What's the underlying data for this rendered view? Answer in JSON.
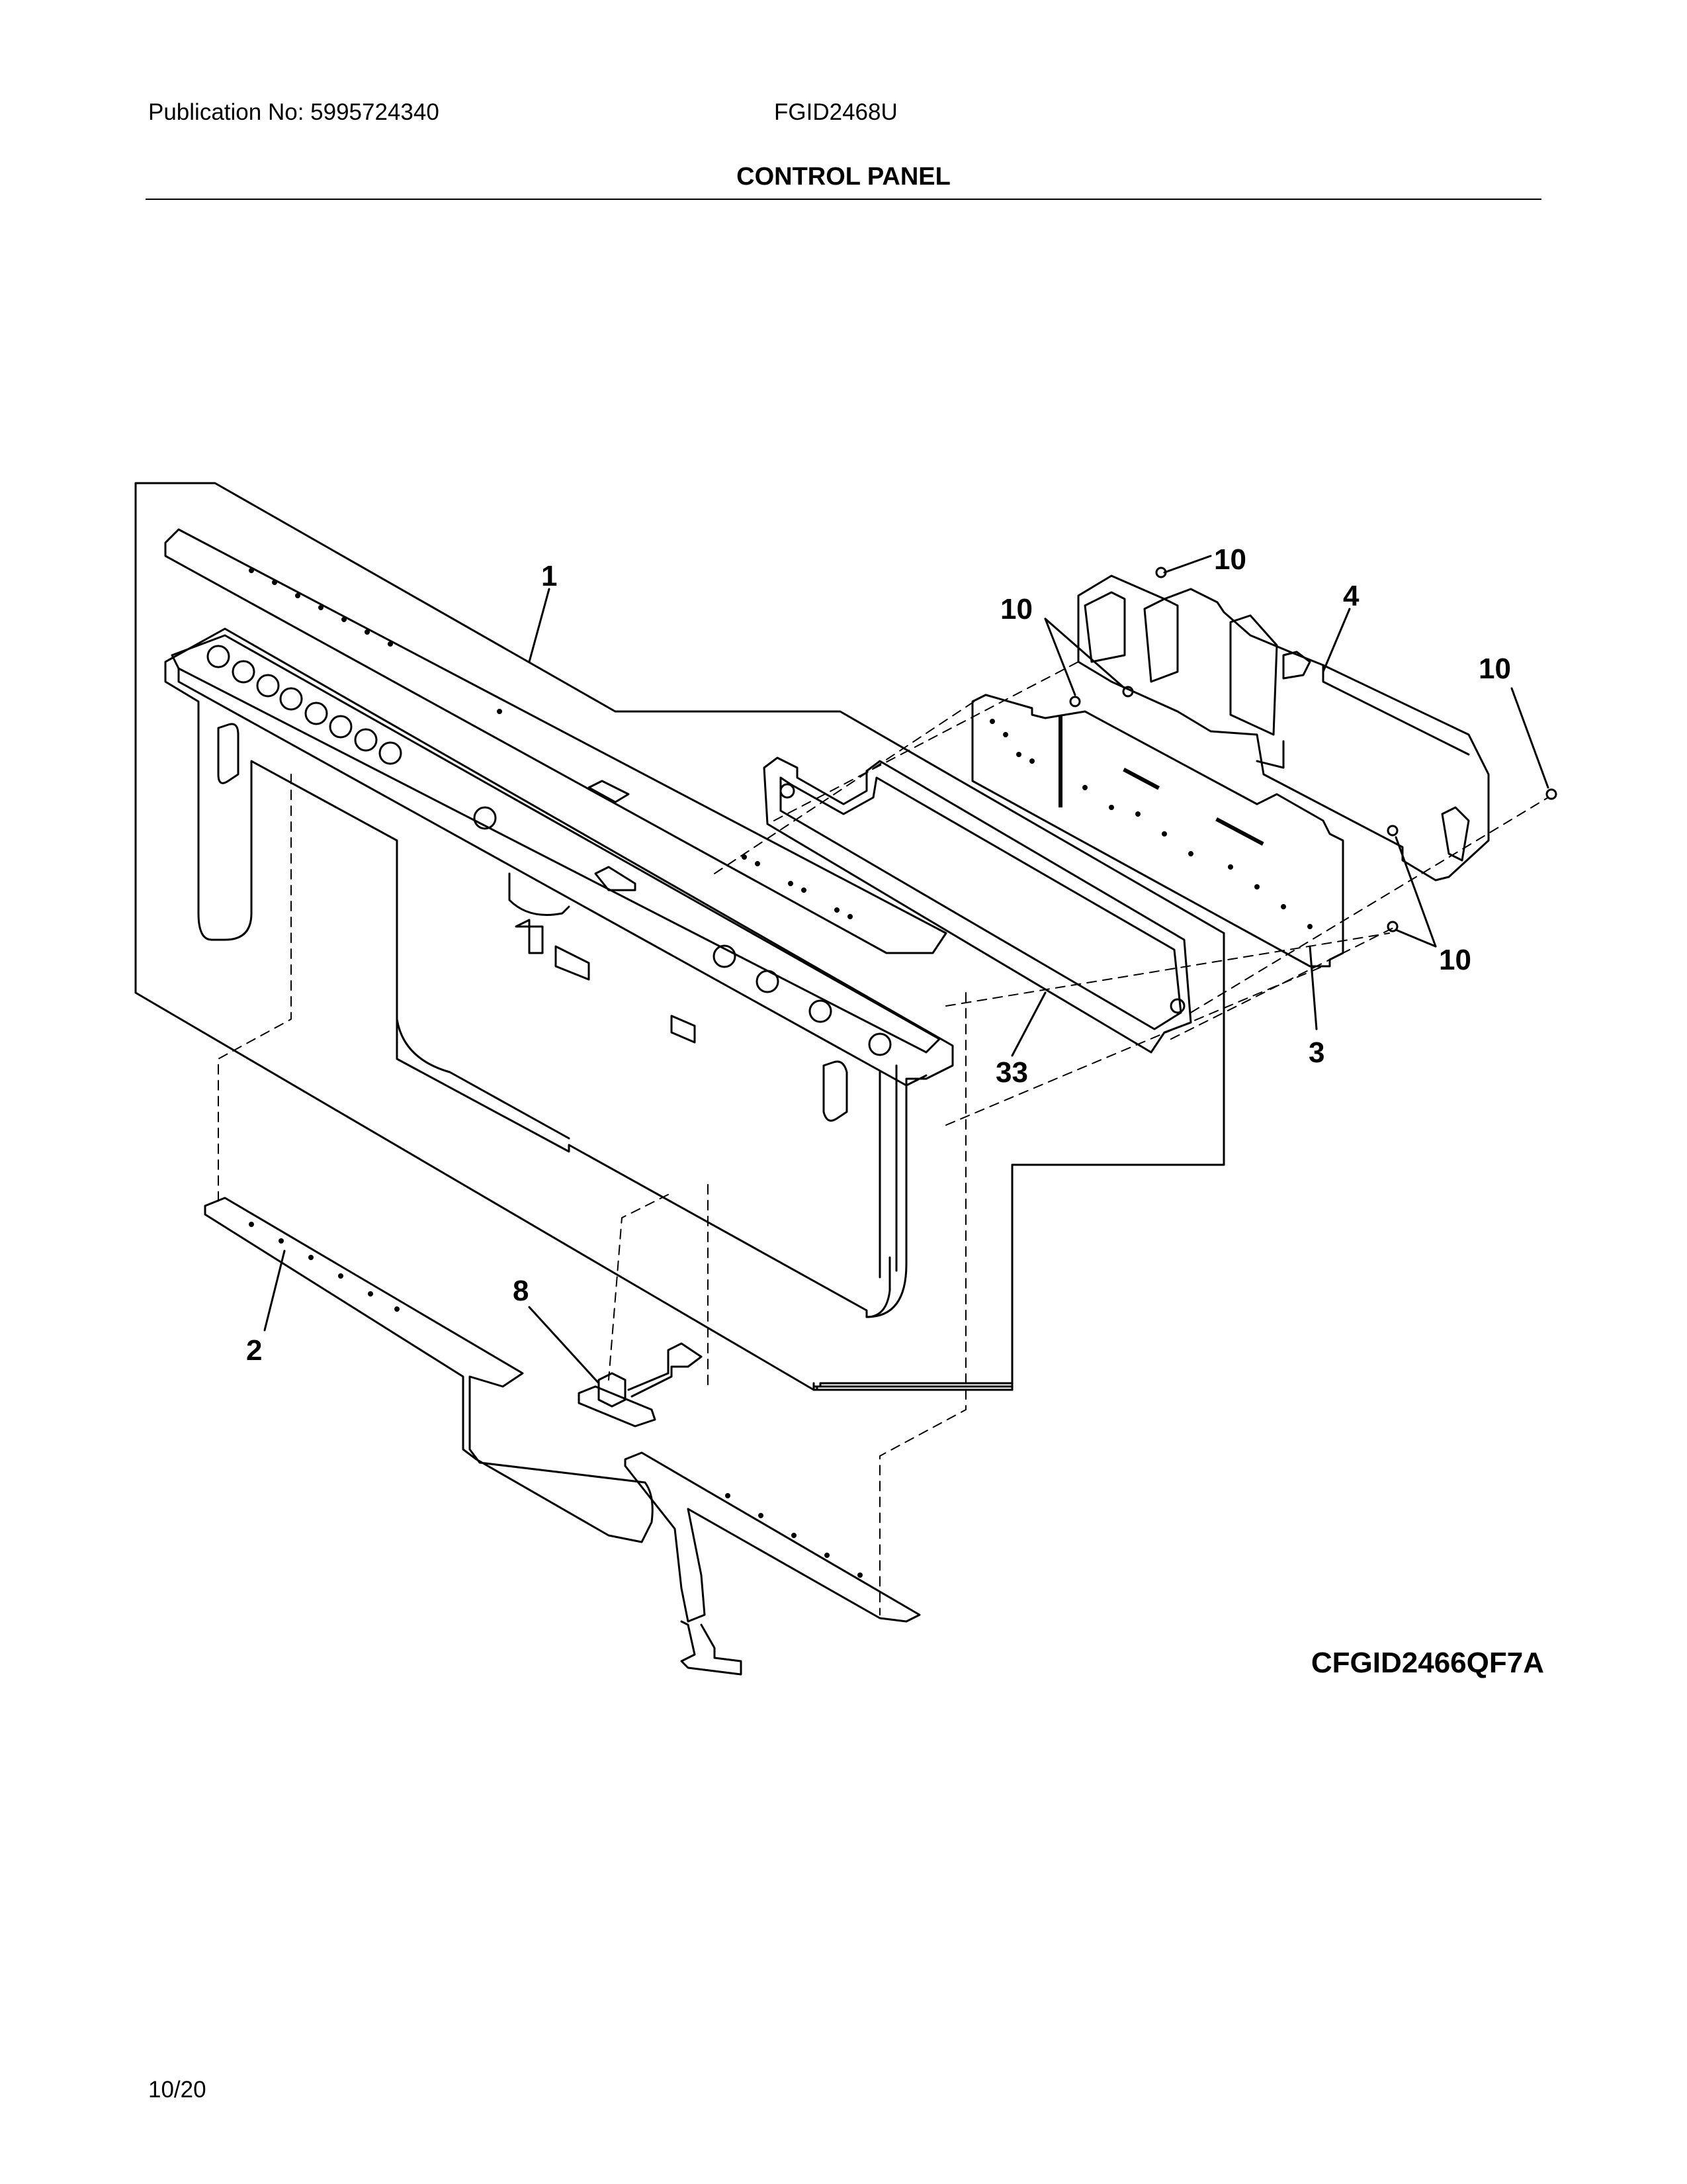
{
  "header": {
    "publication": "Publication No: 5995724340",
    "model": "FGID2468U",
    "section_title": "CONTROL PANEL"
  },
  "callouts": [
    {
      "id": "1",
      "label": "1"
    },
    {
      "id": "2",
      "label": "2"
    },
    {
      "id": "3",
      "label": "3"
    },
    {
      "id": "4",
      "label": "4"
    },
    {
      "id": "8",
      "label": "8"
    },
    {
      "id": "10a",
      "label": "10"
    },
    {
      "id": "10b",
      "label": "10"
    },
    {
      "id": "10c",
      "label": "10"
    },
    {
      "id": "10d",
      "label": "10"
    },
    {
      "id": "33",
      "label": "33"
    }
  ],
  "footer": {
    "figure_code": "CFGID2466QF7A",
    "page_number": "10/20"
  }
}
